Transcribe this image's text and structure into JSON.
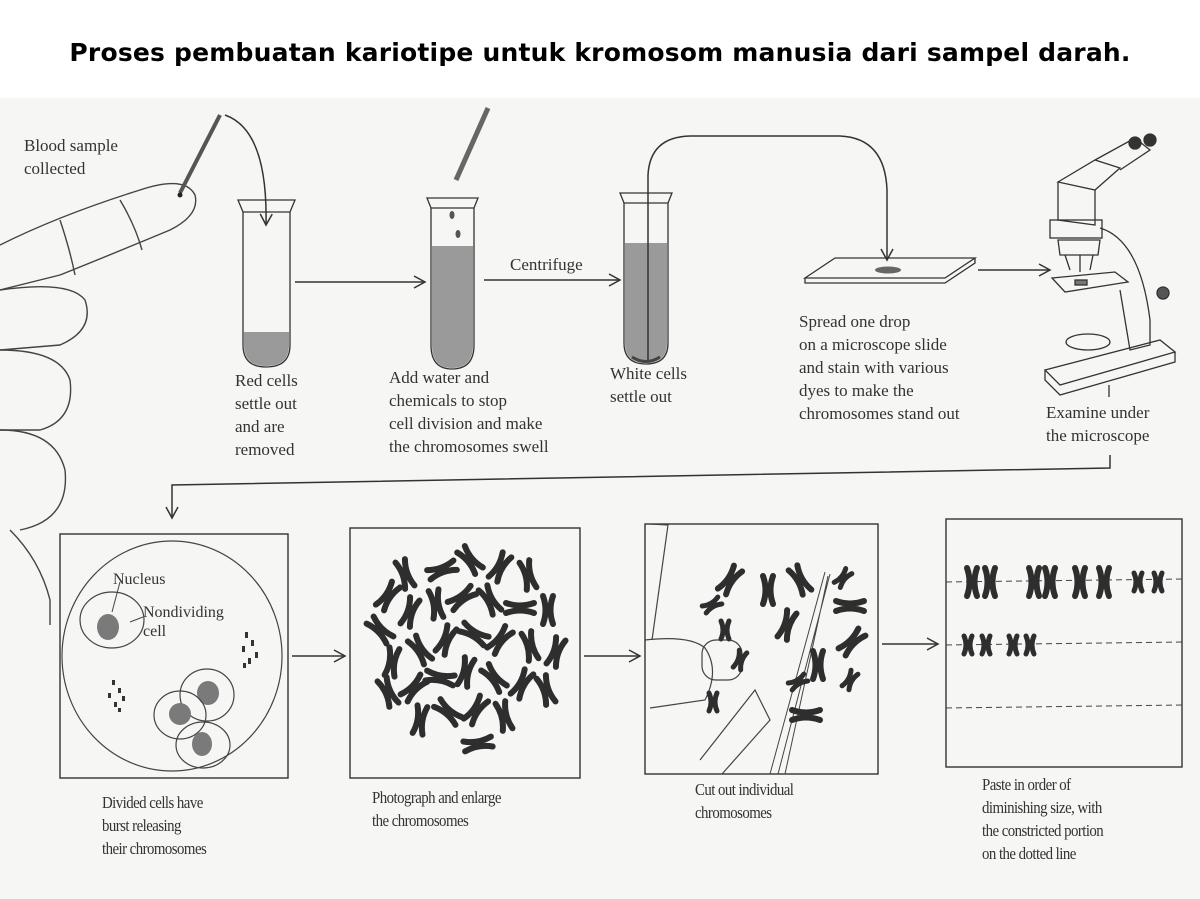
{
  "title": "Proses pembuatan kariotipe untuk kromosom manusia dari sampel darah.",
  "steps_top": [
    {
      "id": "blood-sample",
      "label": "Blood sample\ncollected"
    },
    {
      "id": "red-cells",
      "label": "Red cells\nsettle out\nand are\nremoved"
    },
    {
      "id": "add-water",
      "label": "Add water and\nchemicals to stop\ncell division and make\nthe chromosomes swell"
    },
    {
      "id": "centrifuge",
      "label": "Centrifuge"
    },
    {
      "id": "white-cells",
      "label": "White cells\nsettle out"
    },
    {
      "id": "spread-drop",
      "label": "Spread one drop\non a microscope slide\nand stain with various\ndyes to make the\nchromosomes stand out"
    },
    {
      "id": "examine",
      "label": "Examine under\nthe microscope"
    }
  ],
  "panels_bottom": [
    {
      "id": "divided-cells",
      "label": "Divided cells have\nburst releasing\ntheir chromosomes",
      "annotations": [
        "Nucleus",
        "Nondividing\ncell"
      ]
    },
    {
      "id": "photograph",
      "label": "Photograph and enlarge\nthe chromosomes"
    },
    {
      "id": "cut-out",
      "label": "Cut out individual\nchromosomes"
    },
    {
      "id": "paste",
      "label": "Paste in order of\ndiminishing size, with\nthe constricted portion\non the dotted line"
    }
  ],
  "colors": {
    "line": "#333333",
    "fluid": "#9a9a9a",
    "chromosome": "#2e2e2e",
    "background": "#f6f6f4"
  }
}
